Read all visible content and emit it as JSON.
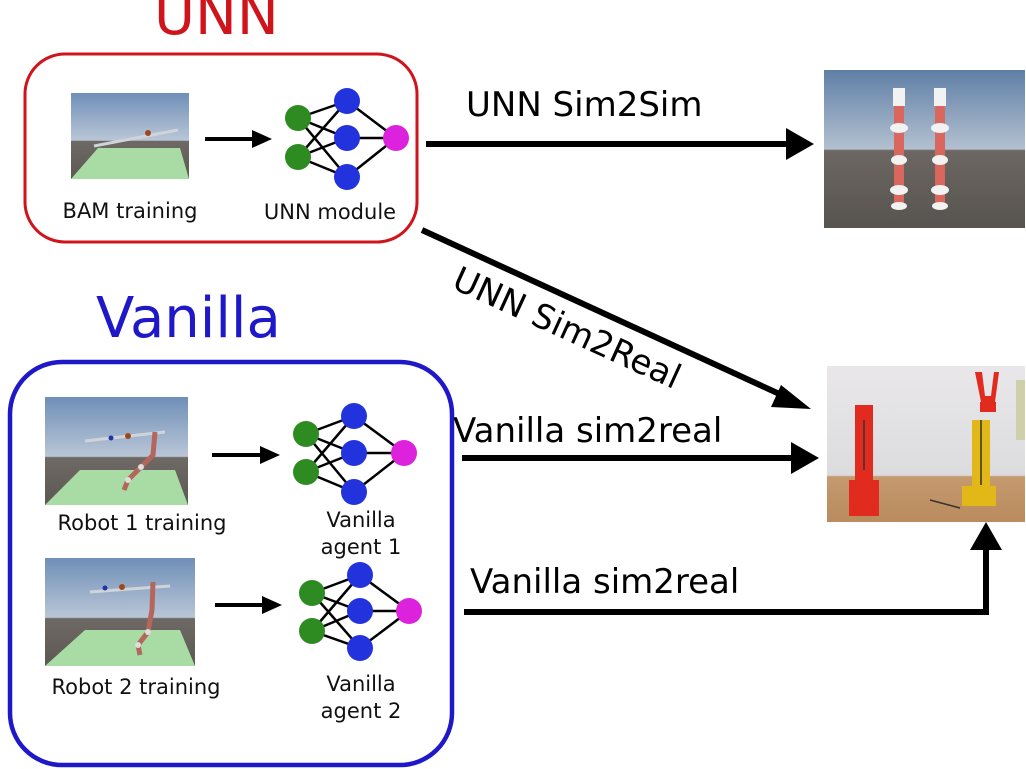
{
  "unn": {
    "title": "UNN",
    "bam_caption": "BAM training",
    "module_caption": "UNN module",
    "frame_color": "#d0141b"
  },
  "vanilla": {
    "title": "Vanilla",
    "robot1_caption": "Robot 1 training",
    "agent1_caption": [
      "Vanilla",
      "agent 1"
    ],
    "robot2_caption": "Robot 2 training",
    "agent2_caption": [
      "Vanilla",
      "agent 2"
    ],
    "frame_color": "#1f18c9"
  },
  "arrows": {
    "unn_sim2sim": "UNN Sim2Sim",
    "unn_sim2real": "UNN Sim2Real",
    "vanilla_sim2real_1": "Vanilla sim2real",
    "vanilla_sim2real_2": "Vanilla sim2real"
  },
  "colors": {
    "input_node": "#2e8b22",
    "hidden_node": "#2233dd",
    "output_node": "#dd22dd"
  }
}
